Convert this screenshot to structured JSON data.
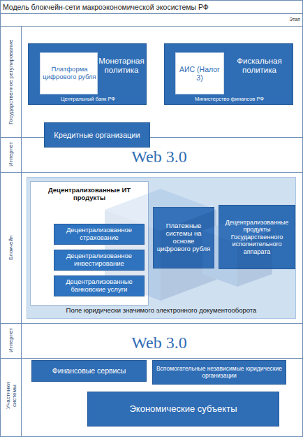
{
  "diagram": {
    "title": "Модель блокчейн-сети макроэкономической экосистемы РФ",
    "nodes": [
      {
        "text": [
          "Монетарная политика",
          "Центральный банк РФ"
        ]
      },
      {
        "text": [
          "Платформа цифрового рубля"
        ],
        "in": 0
      },
      {
        "text": [
          "Фискальная политика",
          "Министерство финансов РФ"
        ]
      },
      {
        "text": [
          "АИС (Налог 3)"
        ],
        "in": 2
      },
      {
        "text": [
          "Кредитные организации"
        ]
      },
      {
        "text": [
          "Поле юридически значимого электронного документооборота"
        ]
      },
      {
        "text": [
          "Децентрализованные ИТ продукты"
        ],
        "in": 5
      },
      {
        "text": [
          "Децентрализованное страхование"
        ],
        "in": 6
      },
      {
        "text": [
          "Децентрализованное инвестирование"
        ],
        "in": 6
      },
      {
        "text": [
          "Децентрализованные банковские услуги"
        ],
        "in": 6
      },
      {
        "text": [
          "Платежные системы на основе цифрового рубля"
        ],
        "in": 5
      },
      {
        "text": [
          "Децентрализованные продукты Государственного исполнительного аппарата"
        ],
        "in": 5
      },
      {
        "text": [
          "Финансовые сервисы"
        ]
      },
      {
        "text": [
          "Вспомогательные независимые юридические организации"
        ]
      },
      {
        "text": [
          "Экономические субъекты"
        ]
      }
    ],
    "labels": [
      "Этап",
      "Государственное регулирование",
      "Интернет",
      "Web 3.0",
      "Блокчейн",
      "Интернет",
      "Web 3.0",
      "Участники системы"
    ]
  }
}
